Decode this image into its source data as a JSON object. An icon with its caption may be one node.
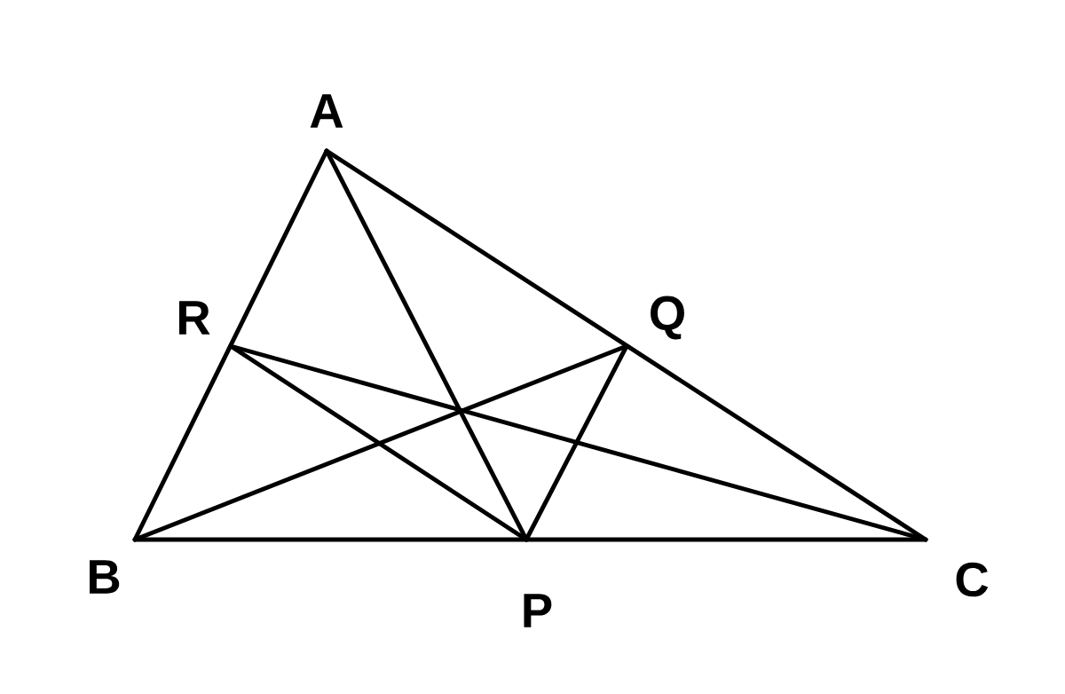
{
  "diagram": {
    "nodes": [
      {
        "text": [
          "A"
        ]
      },
      {
        "text": [
          "R"
        ]
      },
      {
        "text": [
          "Q"
        ]
      },
      {
        "text": [
          "B"
        ]
      },
      {
        "text": [
          "P"
        ]
      },
      {
        "text": [
          "C"
        ]
      }
    ],
    "edges": [
      {
        "from": 0,
        "to": 3,
        "arrow": "none"
      },
      {
        "from": 0,
        "to": 5,
        "arrow": "none"
      },
      {
        "from": 3,
        "to": 5,
        "arrow": "none"
      },
      {
        "from": 0,
        "to": 4,
        "arrow": "none"
      },
      {
        "from": 3,
        "to": 2,
        "arrow": "none"
      },
      {
        "from": 5,
        "to": 1,
        "arrow": "none"
      },
      {
        "from": 1,
        "to": 4,
        "arrow": "none"
      },
      {
        "from": 2,
        "to": 4,
        "arrow": "none"
      }
    ]
  }
}
